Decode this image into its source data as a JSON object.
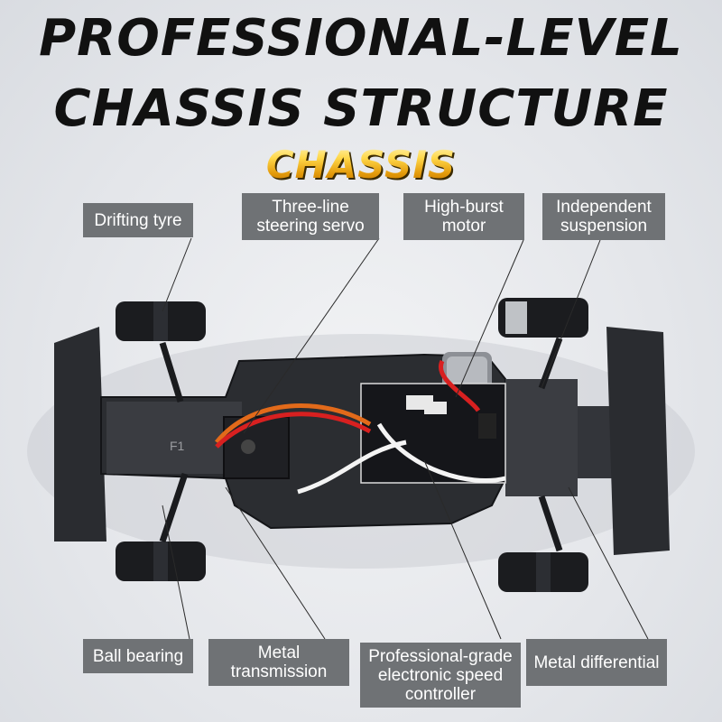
{
  "headline": {
    "line1": "PROFESSIONAL-LEVEL",
    "line2": "CHASSIS STRUCTURE",
    "badge": "CHASSIS"
  },
  "callouts": {
    "drifting_tyre": "Drifting tyre",
    "steering_servo": "Three-line steering servo",
    "motor": "High-burst motor",
    "suspension": "Independent suspension",
    "ball_bearing": "Ball bearing",
    "transmission": "Metal transmission",
    "esc": "Professional-grade electronic speed controller",
    "differential": "Metal differential"
  },
  "chassis_marks": {
    "part_code": "F1"
  },
  "colors": {
    "label_bg": "#6f7275",
    "headline": "#111111",
    "badge_gold": "#f3b21e"
  }
}
